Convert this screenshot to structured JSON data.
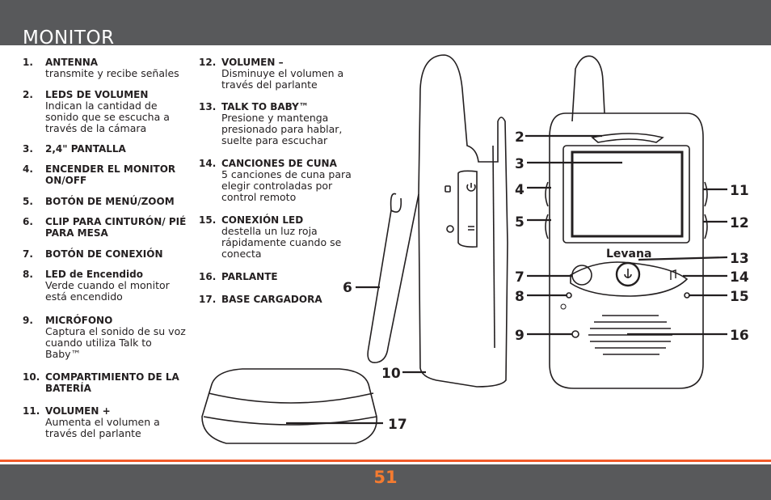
{
  "header": {
    "title": "MONITOR"
  },
  "footer": {
    "page_number": "51"
  },
  "items": [
    {
      "num": "1.",
      "head": "ANTENNA",
      "desc": "transmite y recibe señales"
    },
    {
      "num": "2.",
      "head": "LEDS DE VOLUMEN",
      "desc": "Indican la cantidad de sonido que se escucha a través de la cámara"
    },
    {
      "num": "3.",
      "head": "2,4\" PANTALLA",
      "desc": ""
    },
    {
      "num": "4.",
      "head": "ENCENDER EL MONITOR ON/OFF",
      "desc": ""
    },
    {
      "num": "5.",
      "head": "BOTÓN DE MENÚ/ZOOM",
      "desc": ""
    },
    {
      "num": "6.",
      "head": "CLIP PARA CINTURÓN/ PIÉ PARA MESA",
      "desc": ""
    },
    {
      "num": "7.",
      "head": "BOTÓN DE CONEXIÓN",
      "desc": ""
    },
    {
      "num": "8.",
      "head": "LED de Encendido",
      "desc": "Verde cuando el monitor está encendido"
    },
    {
      "num": "9.",
      "head": "MICRÓFONO",
      "desc": "Captura el sonido de su voz cuando utiliza Talk to Baby™"
    },
    {
      "num": "10.",
      "head": "COMPARTIMIENTO DE LA BATERÍA",
      "desc": ""
    },
    {
      "num": "11.",
      "head": "VOLUMEN +",
      "desc": "Aumenta el volumen a través del parlante"
    },
    {
      "num": "12.",
      "head": "VOLUMEN –",
      "desc": "Disminuye el volumen a través del parlante"
    },
    {
      "num": "13.",
      "head": "TALK TO BABY™",
      "desc": "Presione y mantenga presionado para hablar, suelte para escuchar"
    },
    {
      "num": "14.",
      "head": "CANCIONES DE CUNA",
      "desc": "5 canciones de cuna para elegir controladas por control remoto"
    },
    {
      "num": "15.",
      "head": "CONEXIÓN LED",
      "desc": "destella un luz roja rápidamente cuando se conecta"
    },
    {
      "num": "16.",
      "head": "PARLANTE",
      "desc": ""
    },
    {
      "num": "17.",
      "head": "BASE CARGADORA",
      "desc": ""
    }
  ],
  "callouts": [
    "2",
    "3",
    "4",
    "5",
    "6",
    "7",
    "8",
    "9",
    "10",
    "11",
    "12",
    "13",
    "14",
    "15",
    "16",
    "17"
  ],
  "brand": {
    "logo_text": "Levana"
  },
  "colors": {
    "bar": "#58595b",
    "accent": "#f15a29",
    "page_number": "#f47b30"
  }
}
